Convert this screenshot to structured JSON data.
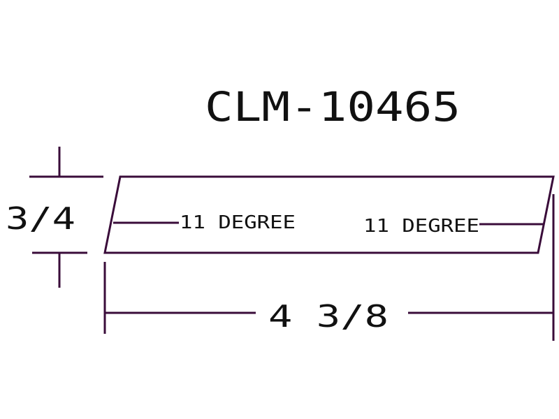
{
  "title": "CLM-10465",
  "height_label": "3/4",
  "width_label": "4 3/8",
  "angle_left": "11 DEGREE",
  "angle_right": "11 DEGREE",
  "colors": {
    "line": "#3a0c3a",
    "text": "#111111"
  }
}
